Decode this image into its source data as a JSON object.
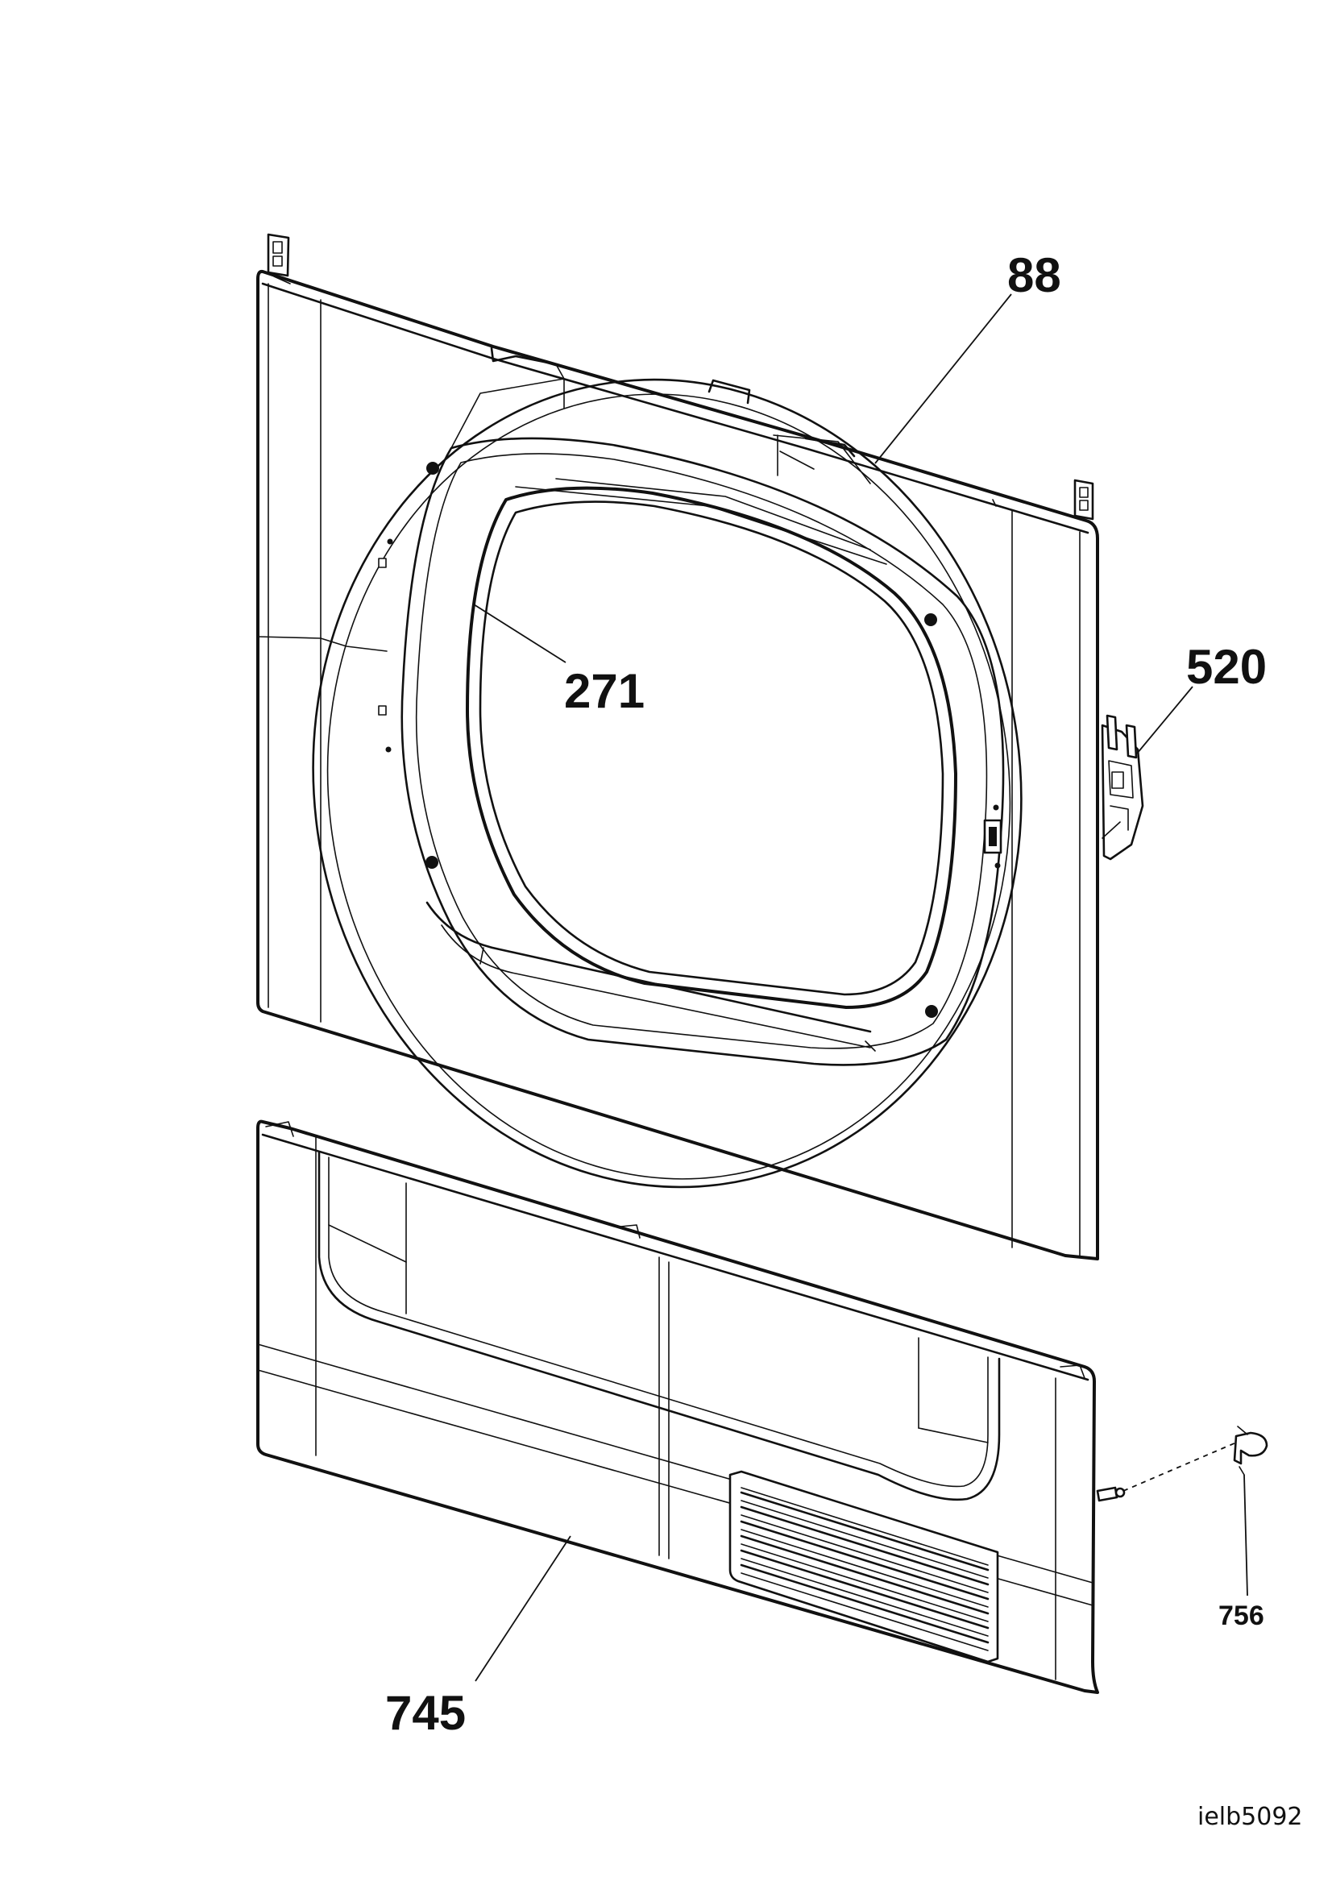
{
  "parts": [
    {
      "id": "88",
      "label": "88"
    },
    {
      "id": "271",
      "label": "271"
    },
    {
      "id": "520",
      "label": "520"
    },
    {
      "id": "745",
      "label": "745"
    },
    {
      "id": "756",
      "label": "756"
    }
  ],
  "drawing_ref": "ielb5092"
}
